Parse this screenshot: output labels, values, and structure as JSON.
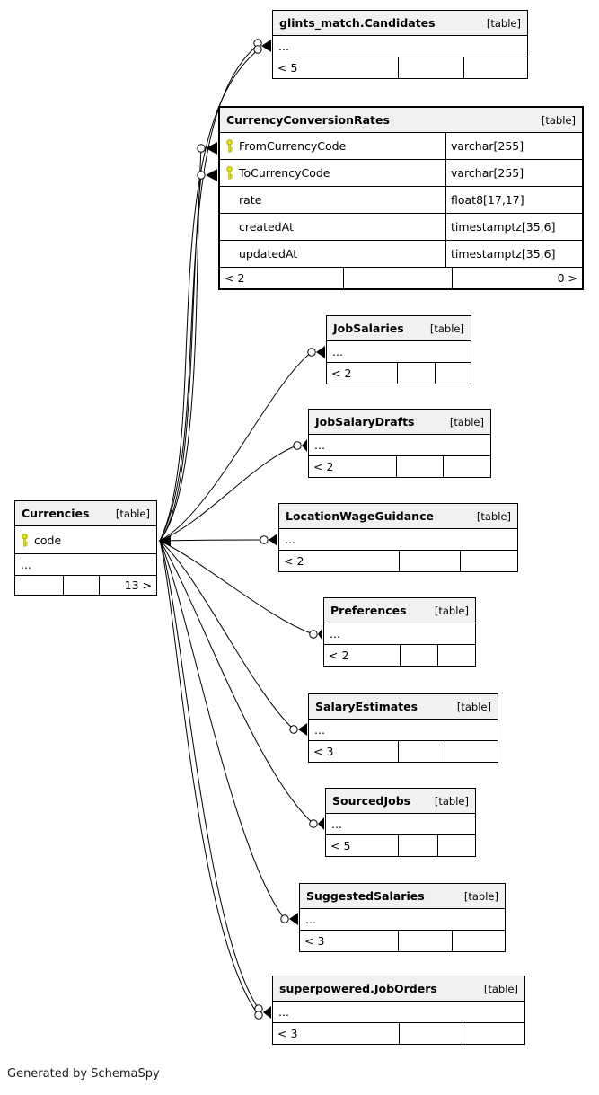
{
  "note": "Generated by SchemaSpy",
  "colors": {
    "header_bg": "#f1f1f1",
    "border": "#000000",
    "key_yellow": "#e8e800"
  },
  "tables": [
    {
      "name": "glints_match.Candidates",
      "tag": "[table]",
      "ellipsis": "...",
      "footer": {
        "left": "< 5",
        "mid": "",
        "right": ""
      }
    },
    {
      "name": "CurrencyConversionRates",
      "tag": "[table]",
      "columns": [
        {
          "name": "FromCurrencyCode",
          "type": "varchar[255]",
          "key": "pk"
        },
        {
          "name": "ToCurrencyCode",
          "type": "varchar[255]",
          "key": "pk"
        },
        {
          "name": "rate",
          "type": "float8[17,17]",
          "key": ""
        },
        {
          "name": "createdAt",
          "type": "timestamptz[35,6]",
          "key": ""
        },
        {
          "name": "updatedAt",
          "type": "timestamptz[35,6]",
          "key": ""
        }
      ],
      "footer": {
        "left": "< 2",
        "mid": "",
        "right": "0 >"
      }
    },
    {
      "name": "JobSalaries",
      "tag": "[table]",
      "ellipsis": "...",
      "footer": {
        "left": "< 2",
        "mid": "",
        "right": ""
      }
    },
    {
      "name": "JobSalaryDrafts",
      "tag": "[table]",
      "ellipsis": "...",
      "footer": {
        "left": "< 2",
        "mid": "",
        "right": ""
      }
    },
    {
      "name": "Currencies",
      "tag": "[table]",
      "ellipsis": "...",
      "columns": [
        {
          "name": "code",
          "key": "pk"
        }
      ],
      "footer": {
        "left": "",
        "mid": "",
        "right": "13 >"
      }
    },
    {
      "name": "LocationWageGuidance",
      "tag": "[table]",
      "ellipsis": "...",
      "footer": {
        "left": "< 2",
        "mid": "",
        "right": ""
      }
    },
    {
      "name": "Preferences",
      "tag": "[table]",
      "ellipsis": "...",
      "footer": {
        "left": "< 2",
        "mid": "",
        "right": ""
      }
    },
    {
      "name": "SalaryEstimates",
      "tag": "[table]",
      "ellipsis": "...",
      "footer": {
        "left": "< 3",
        "mid": "",
        "right": ""
      }
    },
    {
      "name": "SourcedJobs",
      "tag": "[table]",
      "ellipsis": "...",
      "footer": {
        "left": "< 5",
        "mid": "",
        "right": ""
      }
    },
    {
      "name": "SuggestedSalaries",
      "tag": "[table]",
      "ellipsis": "...",
      "footer": {
        "left": "< 3",
        "mid": "",
        "right": ""
      }
    },
    {
      "name": "superpowered.JobOrders",
      "tag": "[table]",
      "ellipsis": "...",
      "footer": {
        "left": "< 3",
        "mid": "",
        "right": ""
      }
    }
  ]
}
